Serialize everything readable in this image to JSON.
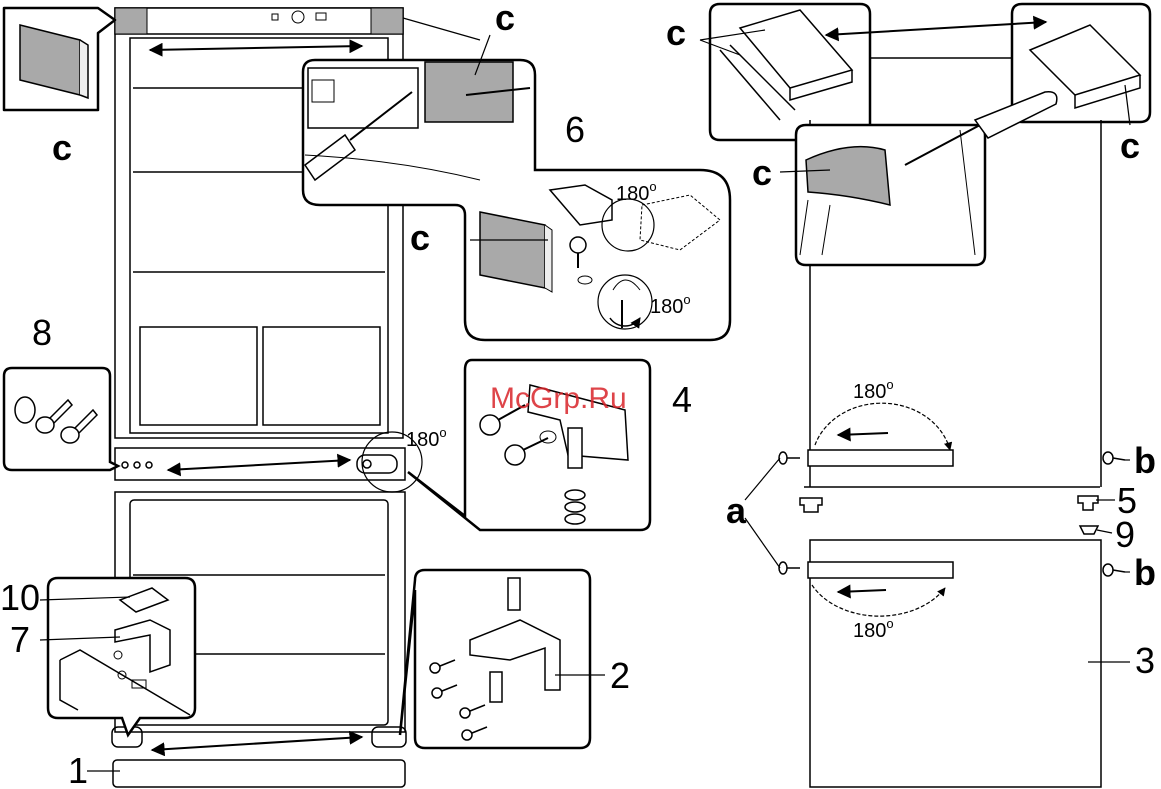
{
  "labels": {
    "c": "c",
    "a": "a",
    "b": "b",
    "n1": "1",
    "n2": "2",
    "n3": "3",
    "n4": "4",
    "n5": "5",
    "n6": "6",
    "n7": "7",
    "n8": "8",
    "n9": "9",
    "n10": "10",
    "rot180": "180",
    "deg_symbol": "o"
  },
  "watermark": "McGrp.Ru",
  "colors": {
    "stroke": "#000000",
    "gray_part": "#a9a9a9",
    "watermark": "#d9242a"
  }
}
